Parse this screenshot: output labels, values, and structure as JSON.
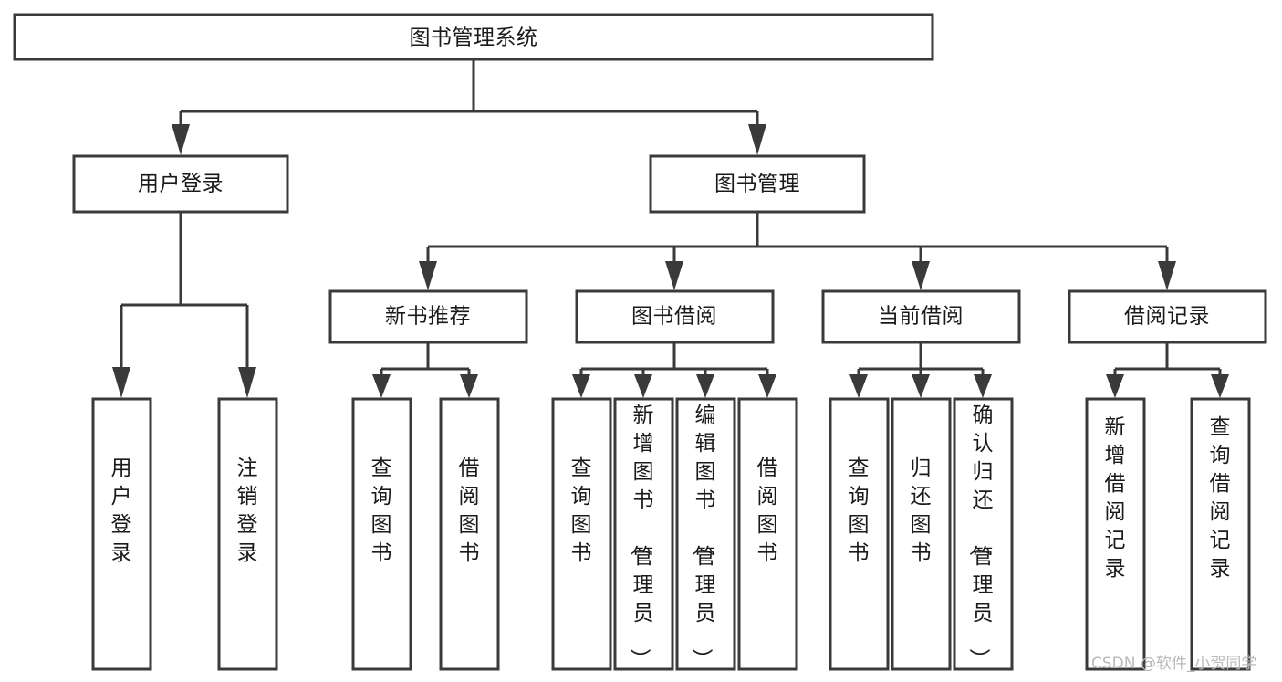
{
  "diagram": {
    "title": "图书管理系统",
    "type": "tree",
    "watermark": "CSDN @软件_小贺同学",
    "colors": {
      "background": "#ffffff",
      "box_stroke": "#3a3a3a",
      "box_fill": "#ffffff",
      "text": "#1a1a1a",
      "connector": "#3a3a3a",
      "watermark": "#b9b9b9"
    },
    "root": {
      "label": "图书管理系统"
    },
    "level2": [
      {
        "label": "用户登录"
      },
      {
        "label": "图书管理"
      }
    ],
    "level3": [
      {
        "label": "新书推荐"
      },
      {
        "label": "图书借阅"
      },
      {
        "label": "当前借阅"
      },
      {
        "label": "借阅记录"
      }
    ],
    "leaves": {
      "user_login": [
        {
          "label": "用户登录"
        },
        {
          "label": "注销登录"
        }
      ],
      "new_book_recommend": [
        {
          "label": "查询图书"
        },
        {
          "label": "借阅图书"
        }
      ],
      "book_borrow": [
        {
          "label": "查询图书"
        },
        {
          "label": "新增图书（管理员）"
        },
        {
          "label": "编辑图书（管理员）"
        },
        {
          "label": "借阅图书"
        }
      ],
      "current_borrow": [
        {
          "label": "查询图书"
        },
        {
          "label": "归还图书"
        },
        {
          "label": "确认归还（管理员）"
        }
      ],
      "borrow_record": [
        {
          "label": "新增借阅记录"
        },
        {
          "label": "查询借阅记录"
        }
      ]
    }
  }
}
